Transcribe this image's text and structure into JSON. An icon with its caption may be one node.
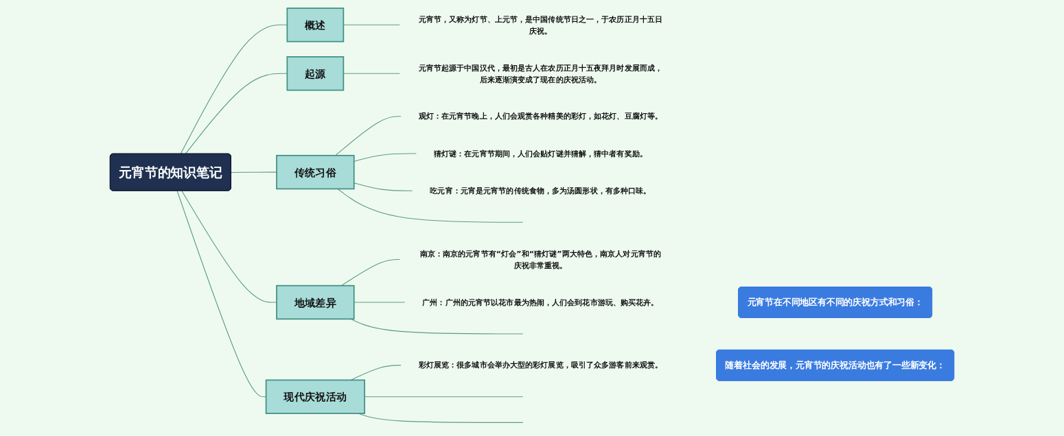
{
  "diagram": {
    "nodes": [
      {
        "text": [
          "元宵节的知识笔记"
        ]
      },
      {
        "text": [
          "概述"
        ]
      },
      {
        "text": [
          "元宵节，又称为灯节、上元节，是中国传统节日之一，于农历正月十五日庆祝。"
        ]
      },
      {
        "text": [
          "起源"
        ]
      },
      {
        "text": [
          "元宵节起源于中国汉代，最初是古人在农历正月十五夜拜月时发展而成，后来逐渐演变成了现在的庆祝活动。"
        ]
      },
      {
        "text": [
          "传统习俗"
        ]
      },
      {
        "text": [
          "观灯：在元宵节晚上，人们会观赏各种精美的彩灯，如花灯、豆腐灯等。"
        ]
      },
      {
        "text": [
          "猜灯谜：在元宵节期间，人们会贴灯谜并猜解，猜中者有奖励。"
        ]
      },
      {
        "text": [
          "吃元宵：元宵是元宵节的传统食物，多为汤圆形状，有多种口味。"
        ]
      },
      {
        "text": [
          "地域差异"
        ]
      },
      {
        "text": [
          "南京：南京的元宵节有“灯会”和“猜灯谜”两大特色，南京人对元宵节的庆祝非常重视。"
        ]
      },
      {
        "text": [
          "广州：广州的元宵节以花市最为热闹，人们会到花市游玩、购买花卉。"
        ]
      },
      {
        "text": [
          "现代庆祝活动"
        ]
      },
      {
        "text": [
          "彩灯展览：很多城市会举办大型的彩灯展览，吸引了众多游客前来观赏。"
        ]
      },
      {
        "text": [
          "元宵节在不同地区有不同的庆祝方式和习俗："
        ]
      },
      {
        "text": [
          "随着社会的发展，元宵节的庆祝活动也有了一些新变化："
        ]
      }
    ],
    "edges": [
      {
        "from": 0,
        "to": 1,
        "arrow": "none"
      },
      {
        "from": 1,
        "to": 2,
        "arrow": "none"
      },
      {
        "from": 0,
        "to": 3,
        "arrow": "none"
      },
      {
        "from": 3,
        "to": 4,
        "arrow": "none"
      },
      {
        "from": 0,
        "to": 5,
        "arrow": "none"
      },
      {
        "from": 5,
        "to": 6,
        "arrow": "none"
      },
      {
        "from": 5,
        "to": 7,
        "arrow": "none"
      },
      {
        "from": 5,
        "to": 8,
        "arrow": "none"
      },
      {
        "from": 5,
        "to": null,
        "arrow": "none"
      },
      {
        "from": 0,
        "to": 9,
        "arrow": "none"
      },
      {
        "from": 9,
        "to": 10,
        "arrow": "none"
      },
      {
        "from": 9,
        "to": 11,
        "arrow": "none"
      },
      {
        "from": 9,
        "to": null,
        "arrow": "none"
      },
      {
        "from": 0,
        "to": 12,
        "arrow": "none"
      },
      {
        "from": 12,
        "to": 13,
        "arrow": "none"
      },
      {
        "from": 12,
        "to": null,
        "arrow": "none"
      },
      {
        "from": 12,
        "to": null,
        "arrow": "none"
      }
    ]
  }
}
